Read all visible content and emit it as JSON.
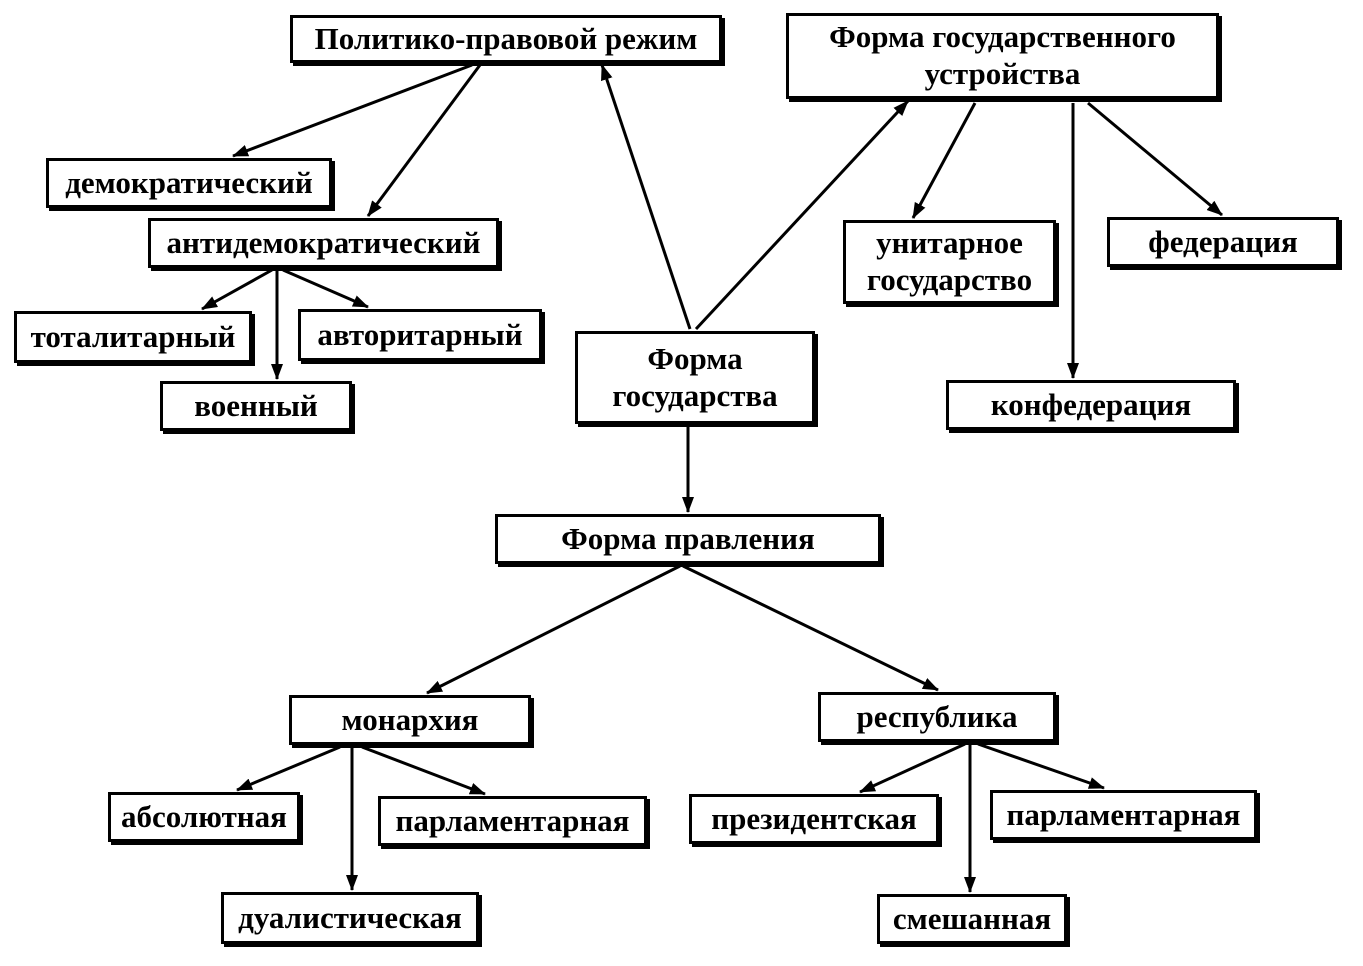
{
  "nodes": {
    "political_regime": "Политико-правовой режим",
    "territorial_structure": "Форма государственного\nустройства",
    "democratic": "демократический",
    "antidemocratic": "антидемократический",
    "totalitarian": "тоталитарный",
    "authoritarian": "авторитарный",
    "military": "военный",
    "form_of_state": "Форма\nгосударства",
    "unitary_state": "унитарное\nгосударство",
    "federation": "федерация",
    "confederation": "конфедерация",
    "form_of_government": "Форма правления",
    "monarchy": "монархия",
    "republic": "республика",
    "absolute": "абсолютная",
    "parliamentary_monarchy": "парламентарная",
    "dualistic": "дуалистическая",
    "presidential": "президентская",
    "parliamentary_republic": "парламентарная",
    "mixed": "смешанная"
  },
  "edges": [
    [
      "form_of_state",
      "political_regime"
    ],
    [
      "form_of_state",
      "territorial_structure"
    ],
    [
      "form_of_state",
      "form_of_government"
    ],
    [
      "political_regime",
      "democratic"
    ],
    [
      "political_regime",
      "antidemocratic"
    ],
    [
      "antidemocratic",
      "totalitarian"
    ],
    [
      "antidemocratic",
      "military"
    ],
    [
      "antidemocratic",
      "authoritarian"
    ],
    [
      "territorial_structure",
      "unitary_state"
    ],
    [
      "territorial_structure",
      "confederation"
    ],
    [
      "territorial_structure",
      "federation"
    ],
    [
      "form_of_government",
      "monarchy"
    ],
    [
      "form_of_government",
      "republic"
    ],
    [
      "monarchy",
      "absolute"
    ],
    [
      "monarchy",
      "dualistic"
    ],
    [
      "monarchy",
      "parliamentary_monarchy"
    ],
    [
      "republic",
      "presidential"
    ],
    [
      "republic",
      "mixed"
    ],
    [
      "republic",
      "parliamentary_republic"
    ]
  ]
}
